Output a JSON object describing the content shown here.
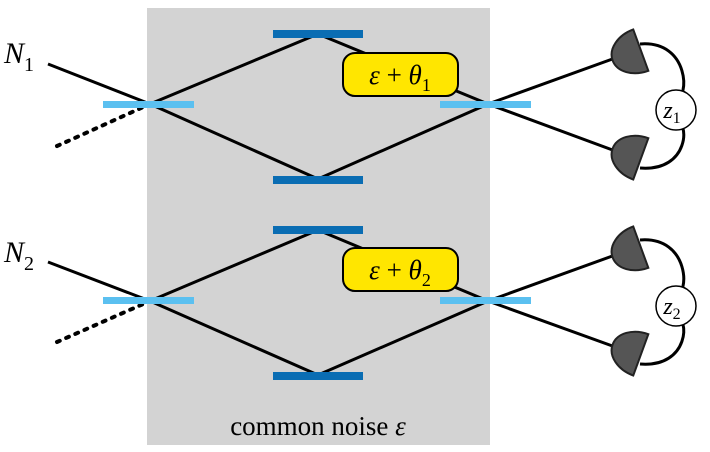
{
  "colors": {
    "noise_region": "#d3d3d3",
    "beam_splitter": "#5bc0f0",
    "mirror": "#0a6db3",
    "phase_box": "#ffe600",
    "detector": "#555555",
    "beam": "#000000"
  },
  "interferometers": [
    {
      "input_label": {
        "base": "N",
        "sub": "1"
      },
      "phase": {
        "eps": "ε",
        "plus": " + ",
        "theta": "θ",
        "sub": "1"
      },
      "output_label": {
        "base": "z",
        "sub": "1"
      }
    },
    {
      "input_label": {
        "base": "N",
        "sub": "2"
      },
      "phase": {
        "eps": "ε",
        "plus": " + ",
        "theta": "θ",
        "sub": "2"
      },
      "output_label": {
        "base": "z",
        "sub": "2"
      }
    }
  ],
  "noise_label": {
    "text": "common noise ",
    "symbol": "ε"
  },
  "icons": [
    "beam-splitter-icon",
    "mirror-icon",
    "detector-icon"
  ]
}
